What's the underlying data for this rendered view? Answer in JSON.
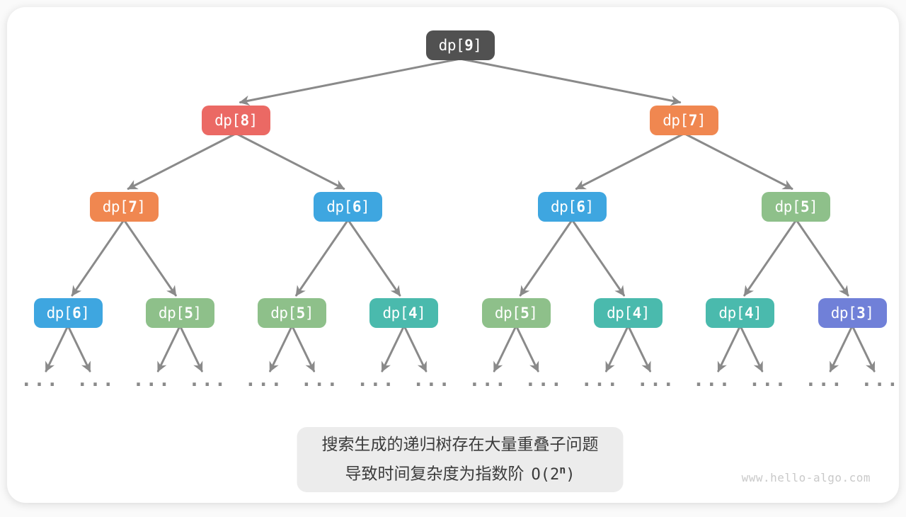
{
  "watermark": "www.hello-algo.com",
  "caption": {
    "line1": "搜索生成的递归树存在大量重叠子问题",
    "line2_text": "导致时间复杂度为指数阶",
    "formula": {
      "pre": "O(2",
      "sup": "n",
      "post": ")"
    }
  },
  "palette": {
    "dark": "#515151",
    "red": "#eb6964",
    "orange": "#f08750",
    "blue": "#3ea6e0",
    "green": "#8ec08a",
    "teal": "#4abaad",
    "purple": "#7080d8",
    "edge": "#8a8a8a",
    "node_text": "#ffffff",
    "caption_bg": "#ececec",
    "caption_text": "#3b3b3b",
    "watermark": "#c9c9c9"
  },
  "tree": {
    "levels": [
      [
        {
          "label": "dp[9]",
          "color": "dark"
        }
      ],
      [
        {
          "label": "dp[8]",
          "color": "red"
        },
        {
          "label": "dp[7]",
          "color": "orange"
        }
      ],
      [
        {
          "label": "dp[7]",
          "color": "orange"
        },
        {
          "label": "dp[6]",
          "color": "blue"
        },
        {
          "label": "dp[6]",
          "color": "blue"
        },
        {
          "label": "dp[5]",
          "color": "green"
        }
      ],
      [
        {
          "label": "dp[6]",
          "color": "blue"
        },
        {
          "label": "dp[5]",
          "color": "green"
        },
        {
          "label": "dp[5]",
          "color": "green"
        },
        {
          "label": "dp[4]",
          "color": "teal"
        },
        {
          "label": "dp[5]",
          "color": "green"
        },
        {
          "label": "dp[4]",
          "color": "teal"
        },
        {
          "label": "dp[4]",
          "color": "teal"
        },
        {
          "label": "dp[3]",
          "color": "purple"
        }
      ]
    ],
    "leaf_text": "...",
    "leaves_per_bottom_node": 2
  }
}
